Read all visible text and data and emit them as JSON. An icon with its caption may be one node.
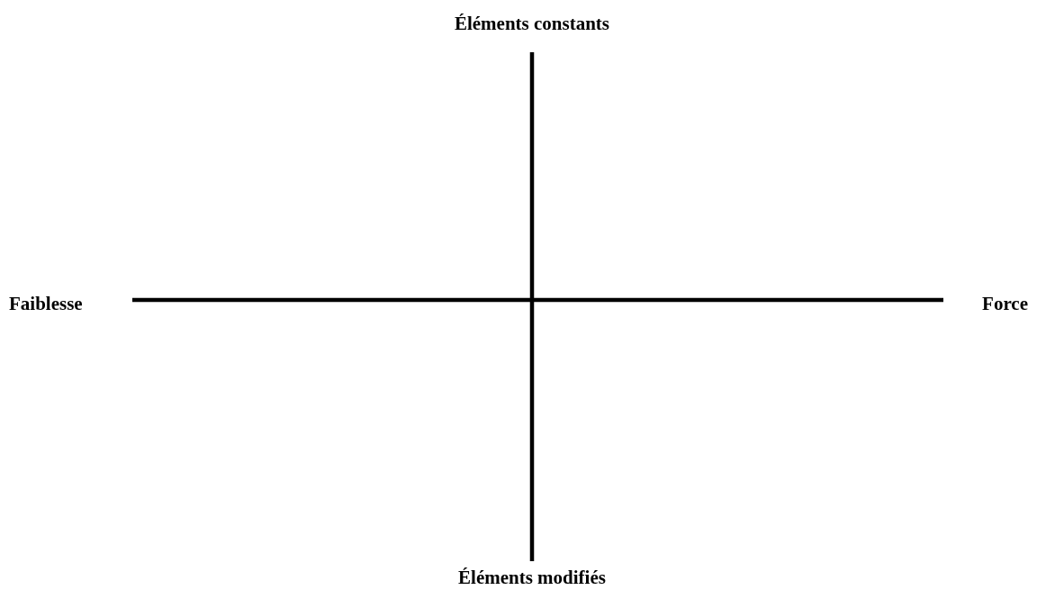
{
  "diagram": {
    "labels": [
      "Éléments constants",
      "Faiblesse",
      "Force",
      "Éléments modifiés"
    ]
  }
}
